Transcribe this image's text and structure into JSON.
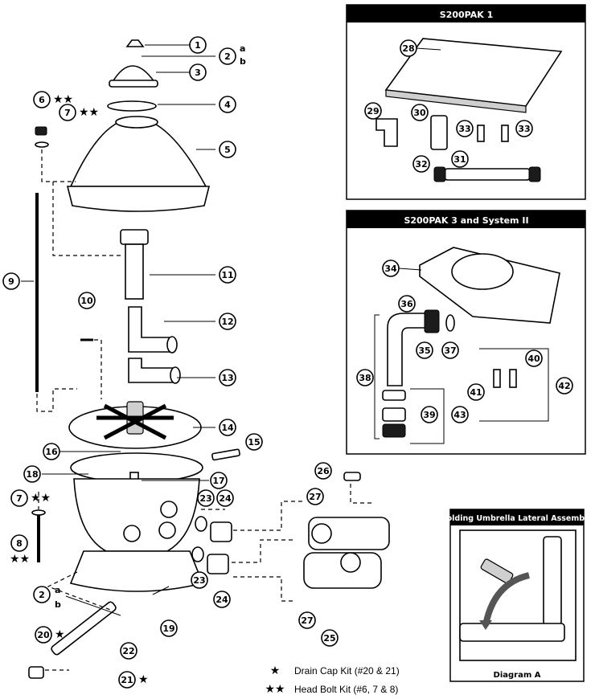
{
  "panels": {
    "pak1": {
      "title": "S200PAK 1"
    },
    "pak3": {
      "title": "S200PAK 3 and System II"
    },
    "umbrella": {
      "title": "Folding Umbrella Lateral Assembly",
      "caption": "Diagram A"
    }
  },
  "letters": {
    "a": "a",
    "b": "b"
  },
  "stars": {
    "single": "★",
    "double": "★★"
  },
  "legend": {
    "drain_cap": {
      "stars": "★",
      "text": "Drain Cap Kit (#20 & 21)"
    },
    "head_bolt": {
      "stars": "★★",
      "text": "Head Bolt Kit (#6, 7 & 8)"
    }
  },
  "callouts": {
    "c1": "1",
    "c2a": "2",
    "c2b": "2",
    "c3": "3",
    "c4": "4",
    "c5": "5",
    "c6": "6",
    "c7a": "7",
    "c7b": "7",
    "c8": "8",
    "c9": "9",
    "c10": "10",
    "c11": "11",
    "c12": "12",
    "c13": "13",
    "c14": "14",
    "c15": "15",
    "c16": "16",
    "c17": "17",
    "c18": "18",
    "c19": "19",
    "c20": "20",
    "c21": "21",
    "c22": "22",
    "c23a": "23",
    "c23b": "23",
    "c24a": "24",
    "c24b": "24",
    "c25": "25",
    "c26": "26",
    "c27a": "27",
    "c27b": "27",
    "c28": "28",
    "c29": "29",
    "c30": "30",
    "c31": "31",
    "c32": "32",
    "c33a": "33",
    "c33b": "33",
    "c34": "34",
    "c35": "35",
    "c36": "36",
    "c37": "37",
    "c38": "38",
    "c39": "39",
    "c40": "40",
    "c41": "41",
    "c42": "42",
    "c43": "43"
  }
}
